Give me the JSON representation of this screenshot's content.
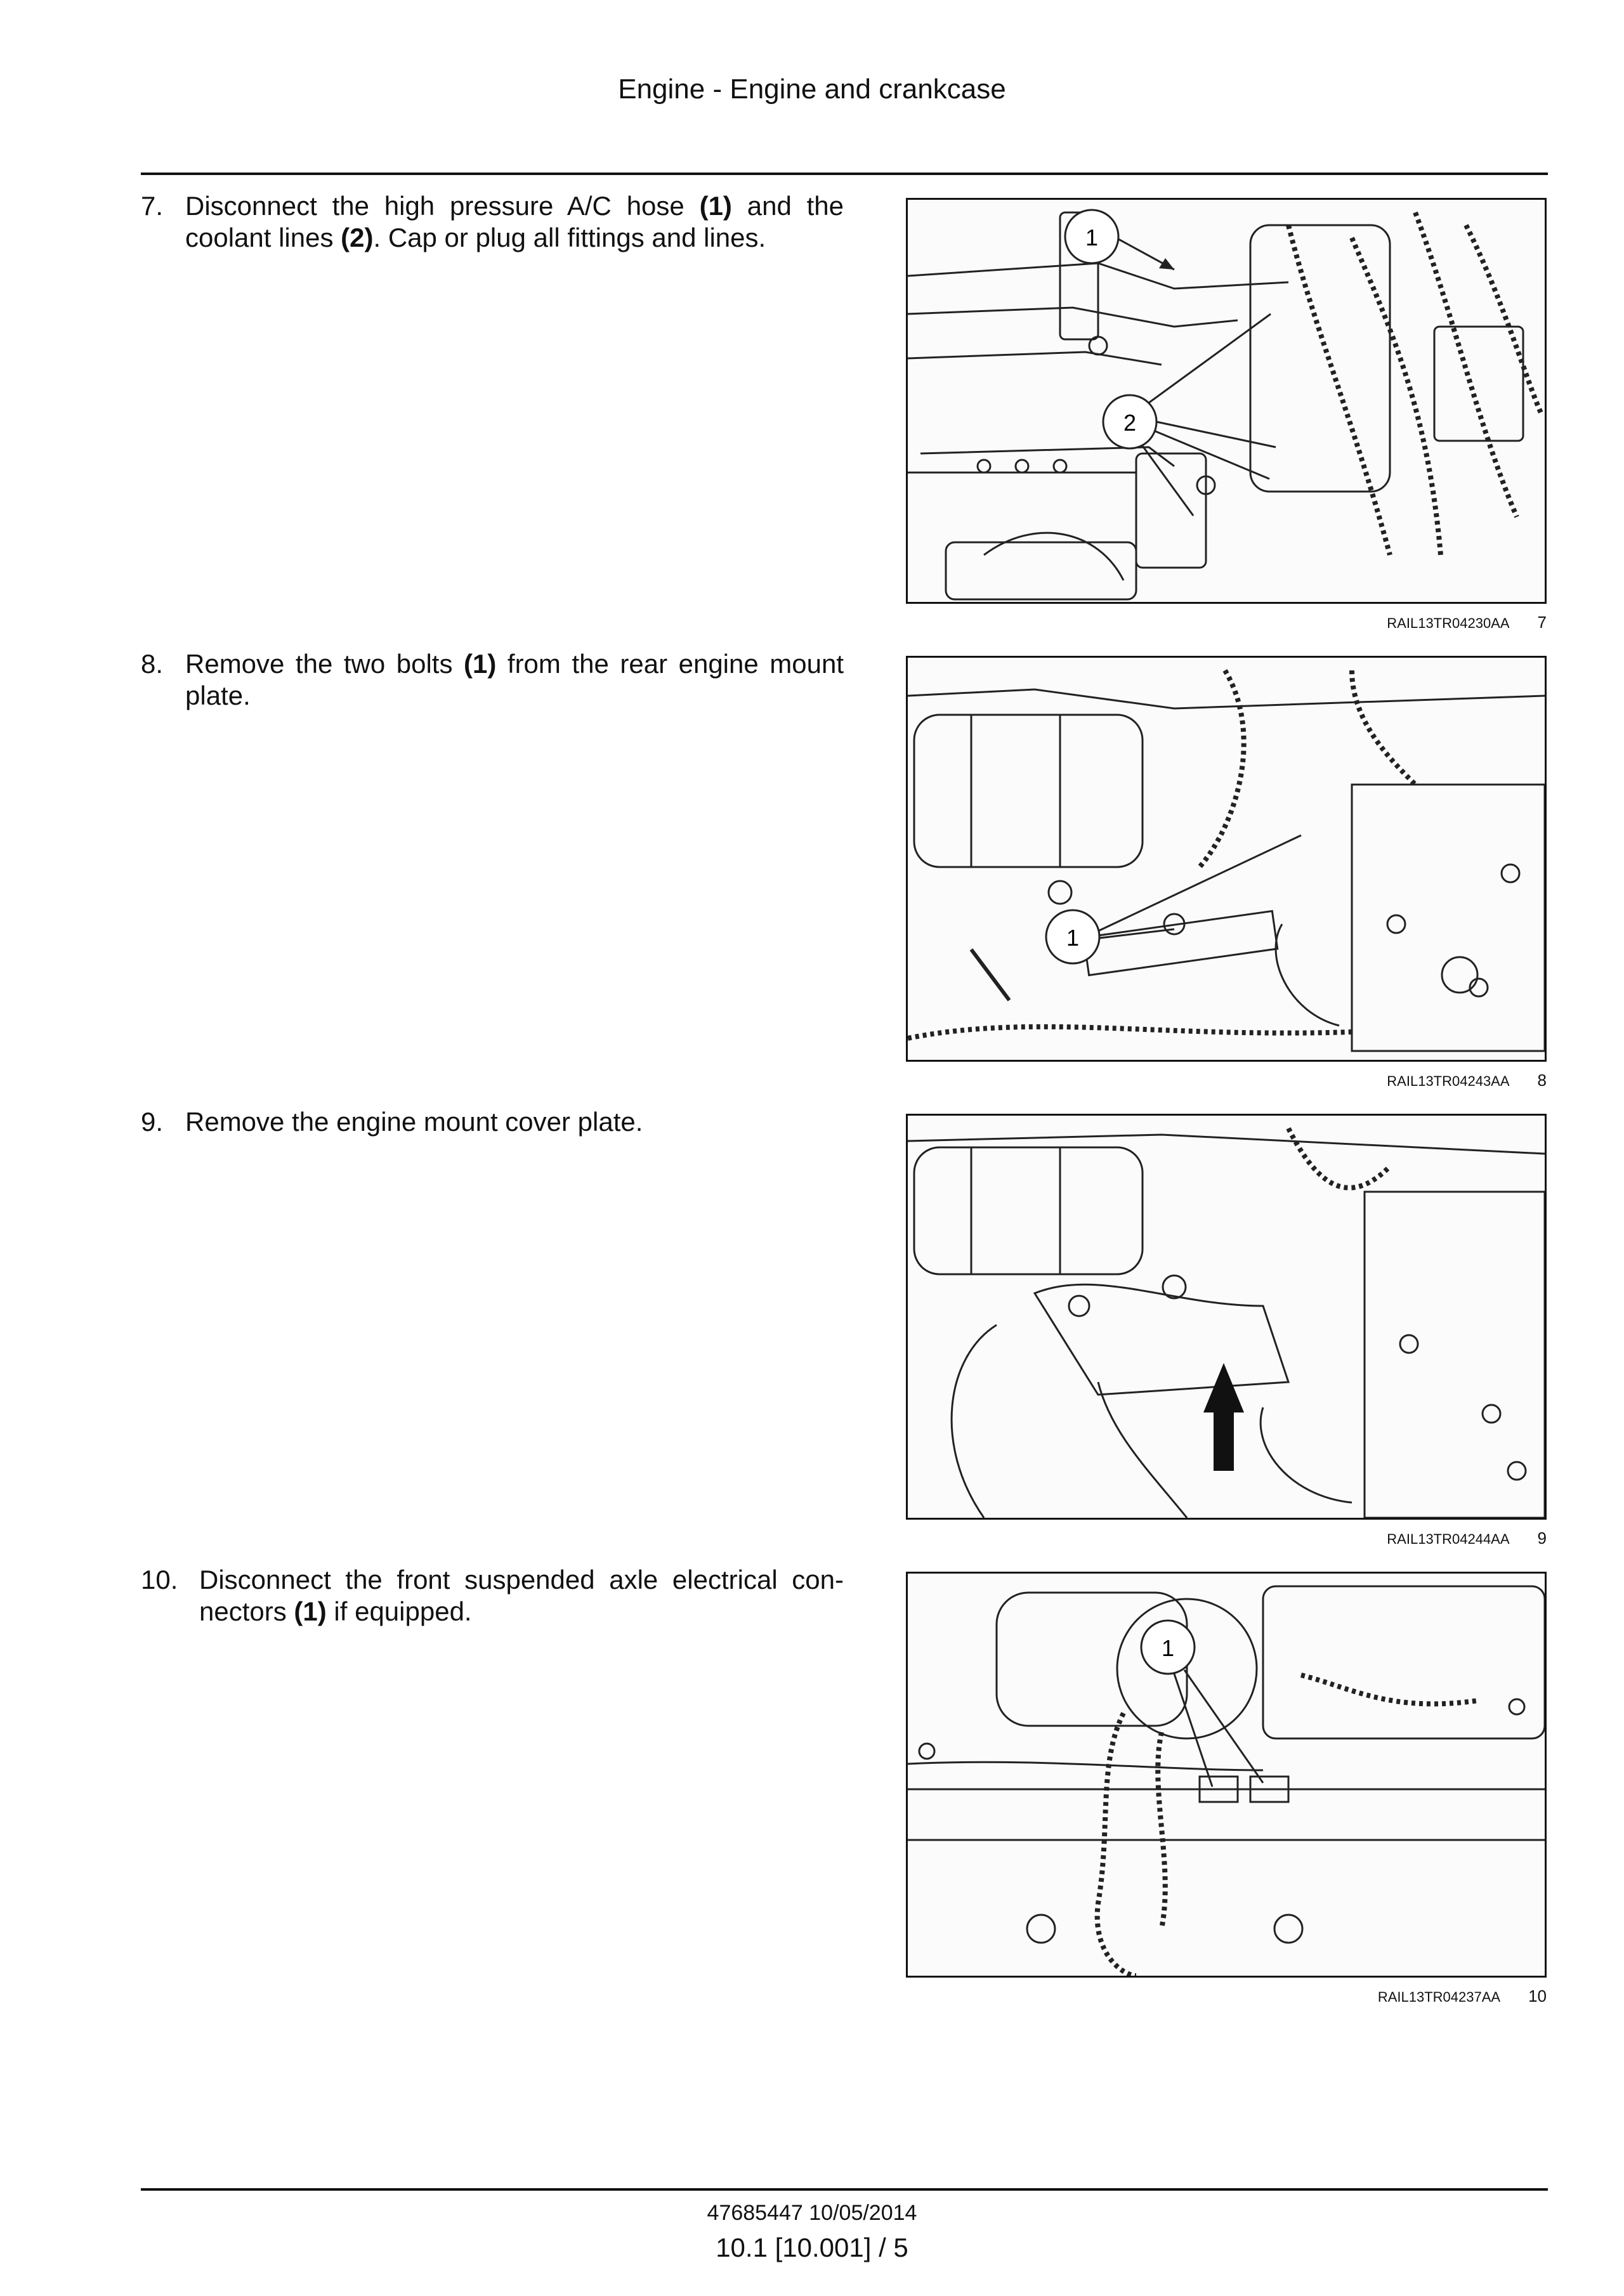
{
  "header": {
    "title": "Engine - Engine and crankcase"
  },
  "steps": [
    {
      "number": "7.",
      "parts": [
        "Disconnect the high pressure A/C hose ",
        "(1)",
        " and the coolant lines ",
        "(2)",
        ". Cap or plug all fittings and lines."
      ]
    },
    {
      "number": "8.",
      "parts": [
        "Remove the two bolts ",
        "(1)",
        " from the rear engine mount plate."
      ]
    },
    {
      "number": "9.",
      "parts": [
        "Remove the engine mount cover plate."
      ]
    },
    {
      "number": "10.",
      "parts": [
        "Disconnect the front suspended axle electrical con- nectors ",
        "(1)",
        " if equipped."
      ]
    }
  ],
  "figures": [
    {
      "code": "RAIL13TR04230AA",
      "number": "7",
      "callouts": [
        "1",
        "2"
      ]
    },
    {
      "code": "RAIL13TR04243AA",
      "number": "8",
      "callouts": [
        "1"
      ]
    },
    {
      "code": "RAIL13TR04244AA",
      "number": "9",
      "callouts": []
    },
    {
      "code": "RAIL13TR04237AA",
      "number": "10",
      "callouts": [
        "1"
      ]
    }
  ],
  "footer": {
    "doc_id": "47685447 10/05/2014",
    "page": "10.1 [10.001] / 5"
  }
}
